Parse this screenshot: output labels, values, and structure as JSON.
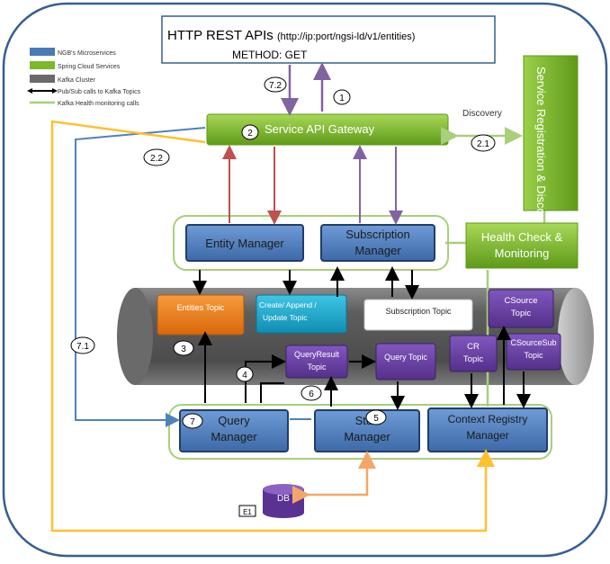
{
  "api": {
    "title_main": "HTTP REST APIs",
    "title_url": "(http://ip:port/ngsi-ld/v1/entities)",
    "method": "METHOD: GET"
  },
  "legend": {
    "ngb": "NGB's Microservices",
    "spring": "Spring Cloud Services",
    "kafka": "Kafka Cluster",
    "pubsub": "Pub/Sub calls to Kafka Topics",
    "health": "Kafka Health monitoring calls"
  },
  "nodes": {
    "gateway": "Service API Gateway",
    "registry": "Service Registration & Discovery",
    "discovery_label": "Discovery",
    "entity_manager": "Entity Manager",
    "subscription_manager": [
      "Subscription",
      "Manager"
    ],
    "health_check": [
      "Health Check &",
      "Monitoring"
    ],
    "entities_topic": "Entities Topic",
    "create_topic": [
      "Create/ Append /",
      "Update Topic"
    ],
    "subscription_topic": "Subscription Topic",
    "csource_topic": [
      "CSource",
      "Topic"
    ],
    "cr_topic": [
      "CR",
      "Topic"
    ],
    "csourcesub_topic": [
      "CSourceSub",
      "Topic"
    ],
    "queryresult_topic": [
      "QueryResult",
      "Topic"
    ],
    "query_topic": "Query Topic",
    "query_manager": [
      "Query",
      "Manager"
    ],
    "stub_manager": [
      "Stub",
      "Manager"
    ],
    "context_registry_manager": [
      "Context Registry",
      "Manager"
    ],
    "db": "DB",
    "e1": "E1"
  },
  "steps": {
    "s1": "1",
    "s2": "2",
    "s21": "2.1",
    "s22": "2.2",
    "s3": "3",
    "s4": "4",
    "s5": "5",
    "s6": "6",
    "s7": "7",
    "s71": "7.1",
    "s72": "7.2"
  },
  "colors": {
    "ngb_blue": "#4a7ab8",
    "spring_green": "#7cb828",
    "kafka_grey": "#6a6a6a",
    "orange": "#ee7a12",
    "teal": "#1aaacc",
    "purple": "#6a3da0",
    "health_line": "#a8cf7c",
    "yellow_line": "#ffc030",
    "red_line": "#c0504d",
    "arrow_blue": "#4f81bd",
    "arrow_purple": "#8064a2"
  }
}
